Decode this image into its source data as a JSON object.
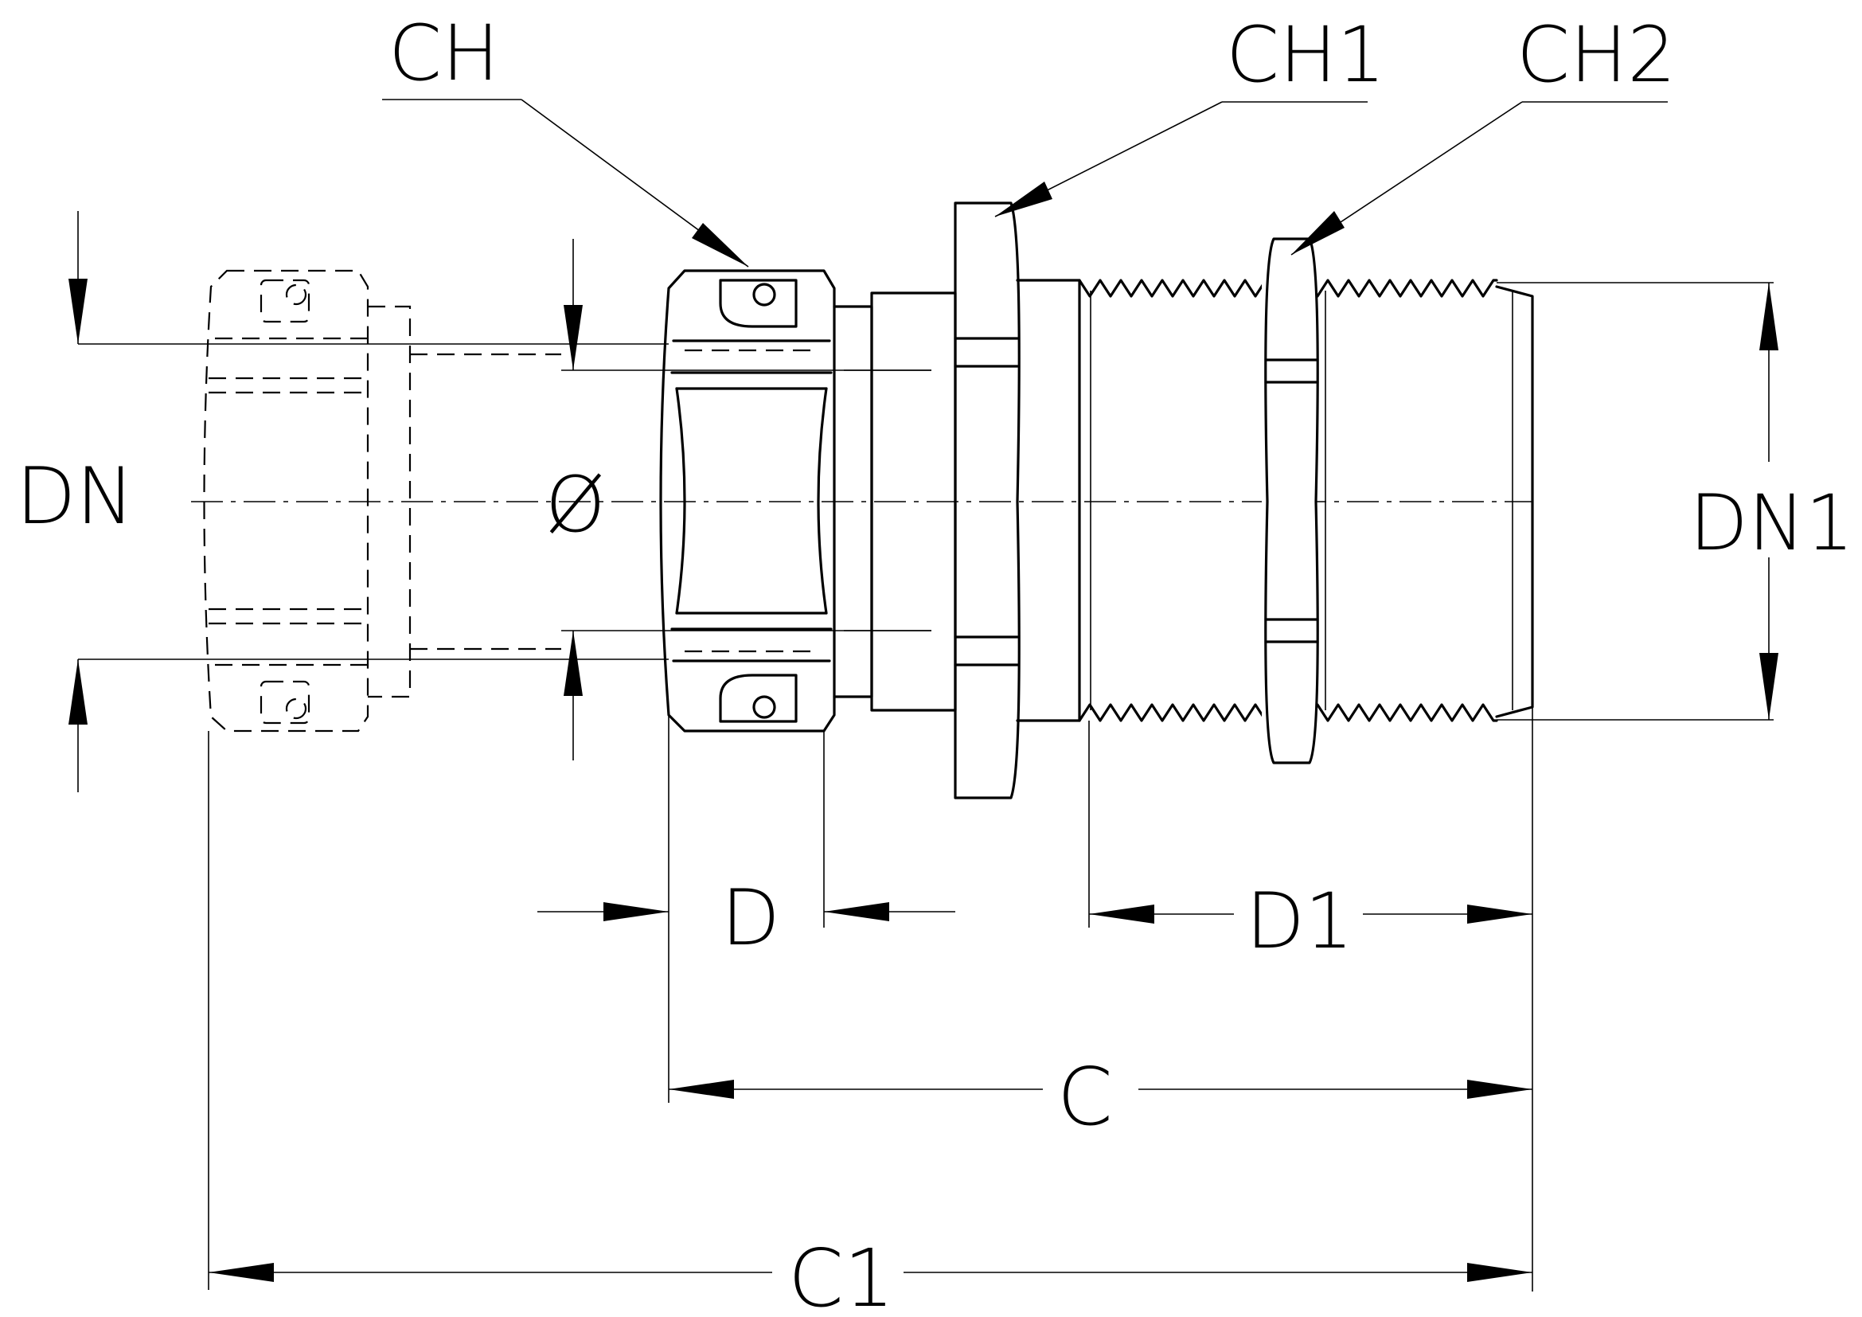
{
  "drawing": {
    "labels": {
      "ch": "CH",
      "ch1": "CH1",
      "ch2": "CH2",
      "dn": "DN",
      "diameter": "Ø",
      "dn1": "DN1",
      "d": "D",
      "d1": "D1",
      "c": "C",
      "c1": "C1"
    },
    "colors": {
      "line": "#000000",
      "background": "#ffffff"
    }
  }
}
